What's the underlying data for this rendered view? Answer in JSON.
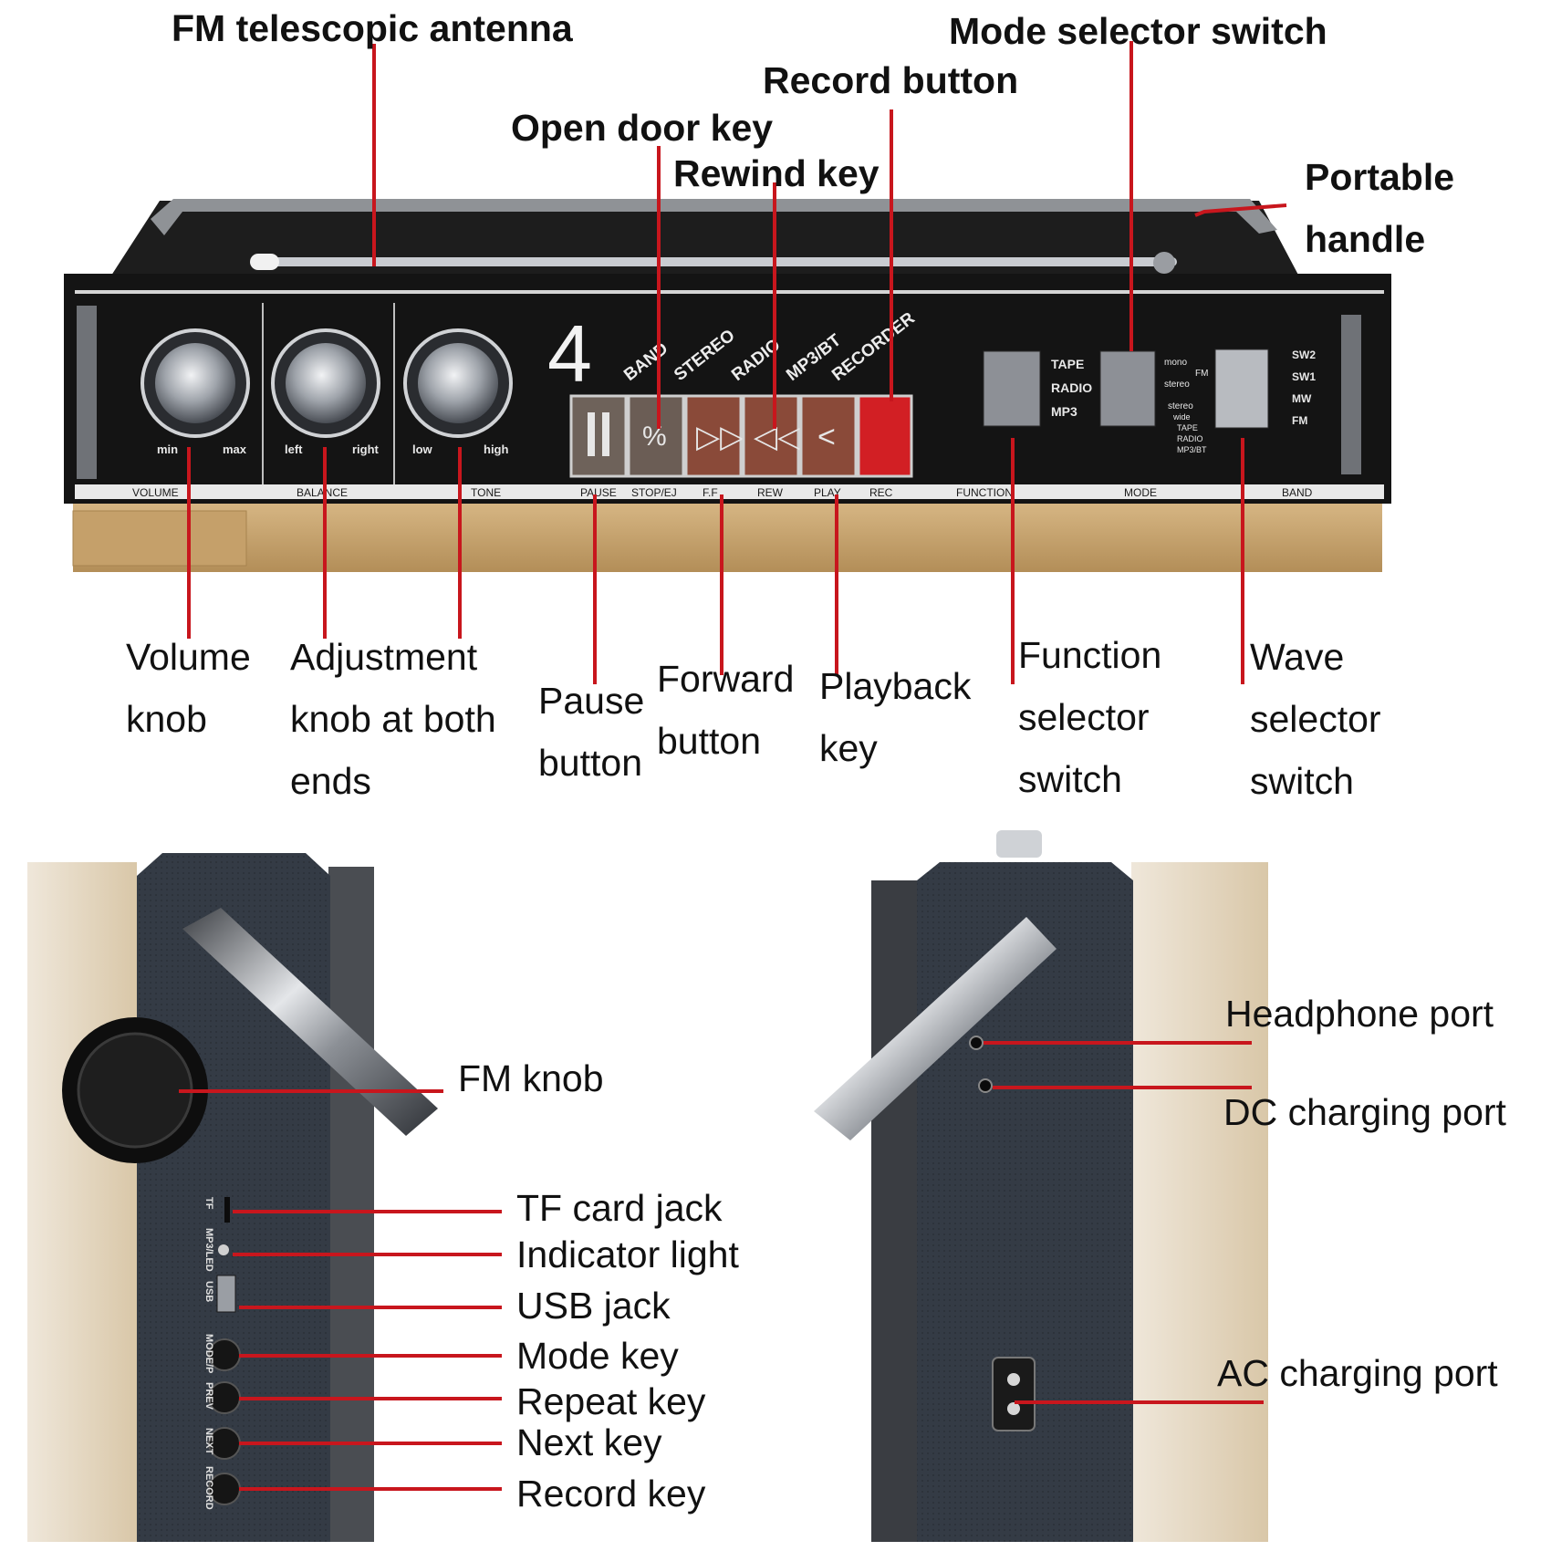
{
  "colors": {
    "leader": "#c8161d",
    "panel": "#141414",
    "body": "#c9a46e",
    "side_panel": "#343b45",
    "chrome": "#b9bcc0"
  },
  "callouts_top": {
    "antenna": "FM telescopic antenna",
    "mode_selector": "Mode selector switch",
    "record_button": "Record button",
    "open_door": "Open door key",
    "rewind": "Rewind key",
    "handle": "Portable\nhandle"
  },
  "callouts_bottom": {
    "volume": "Volume\nknob",
    "adjustment": "Adjustment\nknob at both\nends",
    "pause": "Pause\nbutton",
    "forward": "Forward\nbutton",
    "playback": "Playback\nkey",
    "function": "Function\nselector\nswitch",
    "wave": "Wave\nselector\nswitch"
  },
  "callouts_left_side": {
    "fm_knob": "FM knob",
    "tf_card": "TF card jack",
    "indicator": "Indicator light",
    "usb": "USB jack",
    "mode_key": "Mode key",
    "repeat_key": "Repeat key",
    "next_key": "Next key",
    "record_key": "Record key"
  },
  "callouts_right_side": {
    "headphone": "Headphone port",
    "dc_port": "DC charging port",
    "ac_port": "AC charging port"
  },
  "device_labels": {
    "big_number": "4",
    "knob_labels": [
      "min",
      "max",
      "left",
      "right",
      "low",
      "high"
    ],
    "panel_sections": [
      "VOLUME",
      "BALANCE",
      "TONE",
      "PAUSE",
      "STOP/EJ",
      "F.F",
      "REW",
      "PLAY",
      "REC",
      "FUNCTION",
      "MODE",
      "BAND"
    ],
    "indicators": [
      "BAND",
      "STEREO",
      "RADIO",
      "MP3/BT",
      "RECORDER"
    ],
    "function_options": [
      "TAPE",
      "RADIO",
      "MP3"
    ],
    "mode_options": [
      "mono",
      "FM",
      "stereo",
      "stereo",
      "wide",
      "TAPE",
      "RADIO",
      "MP3/BT"
    ],
    "band_options": [
      "SW2",
      "SW1",
      "MW",
      "FM"
    ],
    "side_port_labels": [
      "TF",
      "MP3/LED",
      "USB",
      "MODE/P",
      "PREV",
      "NEXT",
      "RECORD"
    ]
  }
}
